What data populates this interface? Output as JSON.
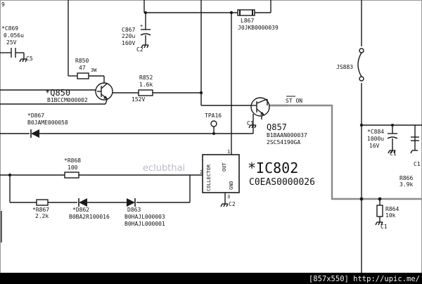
{
  "corner_label": "9",
  "watermark": "eclubthai",
  "footer": "[857x550] http://upic.me/",
  "components": {
    "c869": {
      "ref": "*C869",
      "value": "0.056u",
      "rating": "25V"
    },
    "c5": {
      "ref": "C5"
    },
    "r850": {
      "ref": "R850",
      "value": "47",
      "note": "3W"
    },
    "q850": {
      "ref": "*Q850",
      "part": "B1BCCM000002"
    },
    "c867": {
      "ref": "C867",
      "value": "220u",
      "rating": "160V",
      "sub": "C2"
    },
    "r852": {
      "ref": "R852",
      "value": "1.6k",
      "volt": "152V"
    },
    "l867": {
      "ref": "L867",
      "part": "J0JKB0000039"
    },
    "js883": {
      "ref": "JS883"
    },
    "d867": {
      "ref": "*D867",
      "part": "B0JAME000058"
    },
    "tpa16": {
      "ref": "TPA16"
    },
    "q857": {
      "ref": "Q857",
      "part1": "B1BAAN000037",
      "part2": "2SC54190GA",
      "sub": "C1"
    },
    "st_on": {
      "label": "ST ON"
    },
    "c884": {
      "ref": "*C884",
      "value": "1000u",
      "rating": "16V",
      "sub": "C1"
    },
    "c1_right": {
      "ref": "C1"
    },
    "r868": {
      "ref": "*R868",
      "value": "100"
    },
    "ic802": {
      "ref": "*IC802",
      "part": "C0EAS0000026",
      "pin_collector": "COLLECTOR",
      "pin_out": "OUT",
      "pin_gnd": "GND",
      "pin2": "2",
      "pin1": "1",
      "pin3": "3",
      "sub": "C2"
    },
    "r866": {
      "ref": "R866",
      "value": "3.9k"
    },
    "r867": {
      "ref": "*R867",
      "value": "2.2k"
    },
    "d862": {
      "ref": "*D862",
      "part": "B0BA2R100016"
    },
    "d863": {
      "ref": "D863",
      "part1": "B0HAJL000003",
      "part2": "B0HAJL000001"
    },
    "r864": {
      "ref": "R864",
      "value": "10k",
      "sub": "C1"
    }
  }
}
